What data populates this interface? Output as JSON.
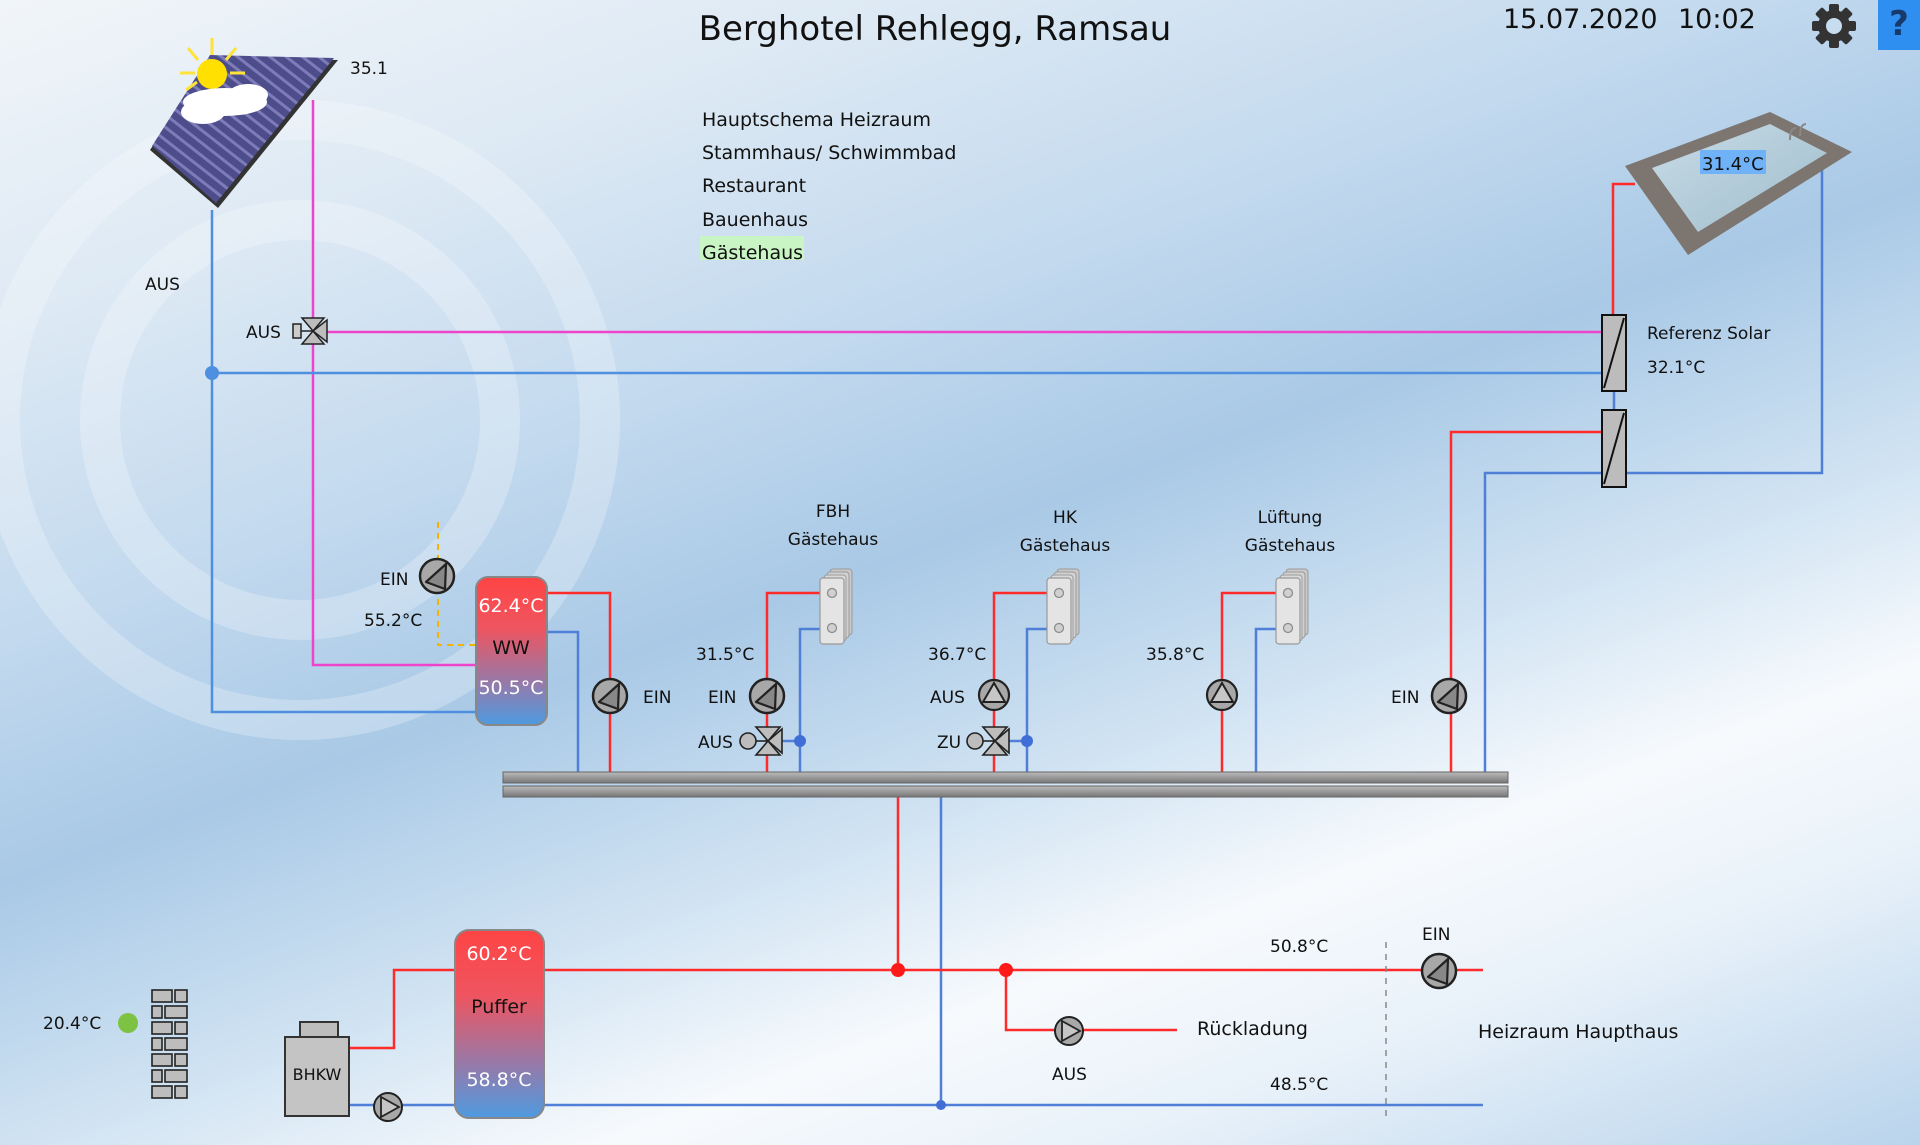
{
  "header": {
    "title": "Berghotel Rehlegg, Ramsau",
    "date": "15.07.2020",
    "time": "10:02",
    "settings_icon": "gear-icon",
    "help_label": "?"
  },
  "nav": {
    "items": [
      {
        "label": "Hauptschema Heizraum",
        "active": false
      },
      {
        "label": "Stammhaus/ Schwimmbad",
        "active": false
      },
      {
        "label": "Restaurant",
        "active": false
      },
      {
        "label": "Bauenhaus",
        "active": false
      },
      {
        "label": "Gästehaus",
        "active": true
      }
    ],
    "active_color": "#c9f5c4"
  },
  "solar": {
    "collector_value": "35.1",
    "status": "AUS",
    "valve_status": "AUS"
  },
  "pool": {
    "temperature": "31.4°C"
  },
  "reference_solar": {
    "label": "Referenz Solar",
    "temperature": "32.1°C"
  },
  "ww_tank": {
    "label": "WW",
    "top_temp": "62.4°C",
    "bottom_temp": "50.5°C",
    "charge_pump_status": "EIN",
    "charge_temp": "55.2°C",
    "circ_pump_status": "EIN"
  },
  "circuits": [
    {
      "title1": "FBH",
      "title2": "Gästehaus",
      "temp": "31.5°C",
      "pump_status": "EIN",
      "valve_status": "AUS"
    },
    {
      "title1": "HK",
      "title2": "Gästehaus",
      "temp": "36.7°C",
      "pump_status": "AUS",
      "valve_status": "ZU"
    },
    {
      "title1": "Lüftung",
      "title2": "Gästehaus",
      "temp": "35.8°C",
      "pump_status": "",
      "valve_status": ""
    }
  ],
  "pool_circuit": {
    "pump_status": "EIN"
  },
  "outdoor": {
    "temperature": "20.4°C",
    "status_color": "#7dc242"
  },
  "bhkw": {
    "label": "BHKW"
  },
  "puffer": {
    "label": "Puffer",
    "top_temp": "60.2°C",
    "bottom_temp": "58.8°C"
  },
  "main_line": {
    "supply_temp": "50.8°C",
    "return_temp": "48.5°C",
    "main_pump_status": "EIN",
    "rueckladung_label": "Rückladung",
    "rueckladung_pump_status": "AUS",
    "heizraum_label": "Heizraum Haupthaus"
  },
  "colors": {
    "supply": "#ff2a2a",
    "return": "#4f7fd6",
    "solar": "#ee44cc",
    "sensor": "#f2b400"
  }
}
